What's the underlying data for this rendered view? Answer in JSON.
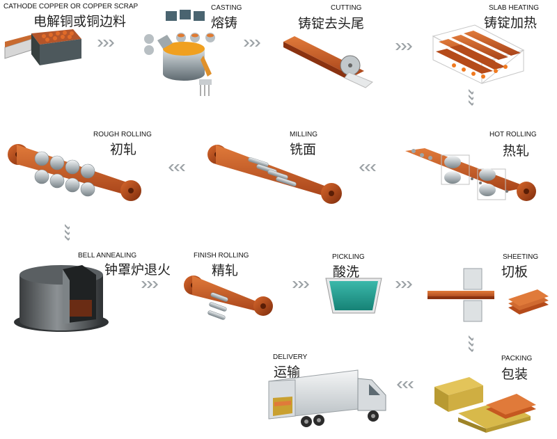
{
  "steps": [
    {
      "en": "CATHODE COPPER OR COPPER SCRAP",
      "cn": "电解铜或铜边料"
    },
    {
      "en": "CASTING",
      "cn": "熔铸"
    },
    {
      "en": "CUTTING",
      "cn": "铸锭去头尾"
    },
    {
      "en": "SLAB HEATING",
      "cn": "铸锭加热"
    },
    {
      "en": "HOT ROLLING",
      "cn": "热轧"
    },
    {
      "en": "MILLING",
      "cn": "铣面"
    },
    {
      "en": "ROUGH ROLLING",
      "cn": "初轧"
    },
    {
      "en": "BELL ANNEALING",
      "cn": "钟罩炉退火"
    },
    {
      "en": "FINISH ROLLING",
      "cn": "精轧"
    },
    {
      "en": "PICKLING",
      "cn": "酸洗"
    },
    {
      "en": "SHEETING",
      "cn": "切板"
    },
    {
      "en": "PACKING",
      "cn": "包装"
    },
    {
      "en": "DELIVERY",
      "cn": "运输"
    }
  ],
  "colors": {
    "copper": "#c8581e",
    "copper_dark": "#8a3210",
    "steel": "#8f9aa0",
    "arrow": "#9aa0a4",
    "acid": "#2aa79b"
  }
}
